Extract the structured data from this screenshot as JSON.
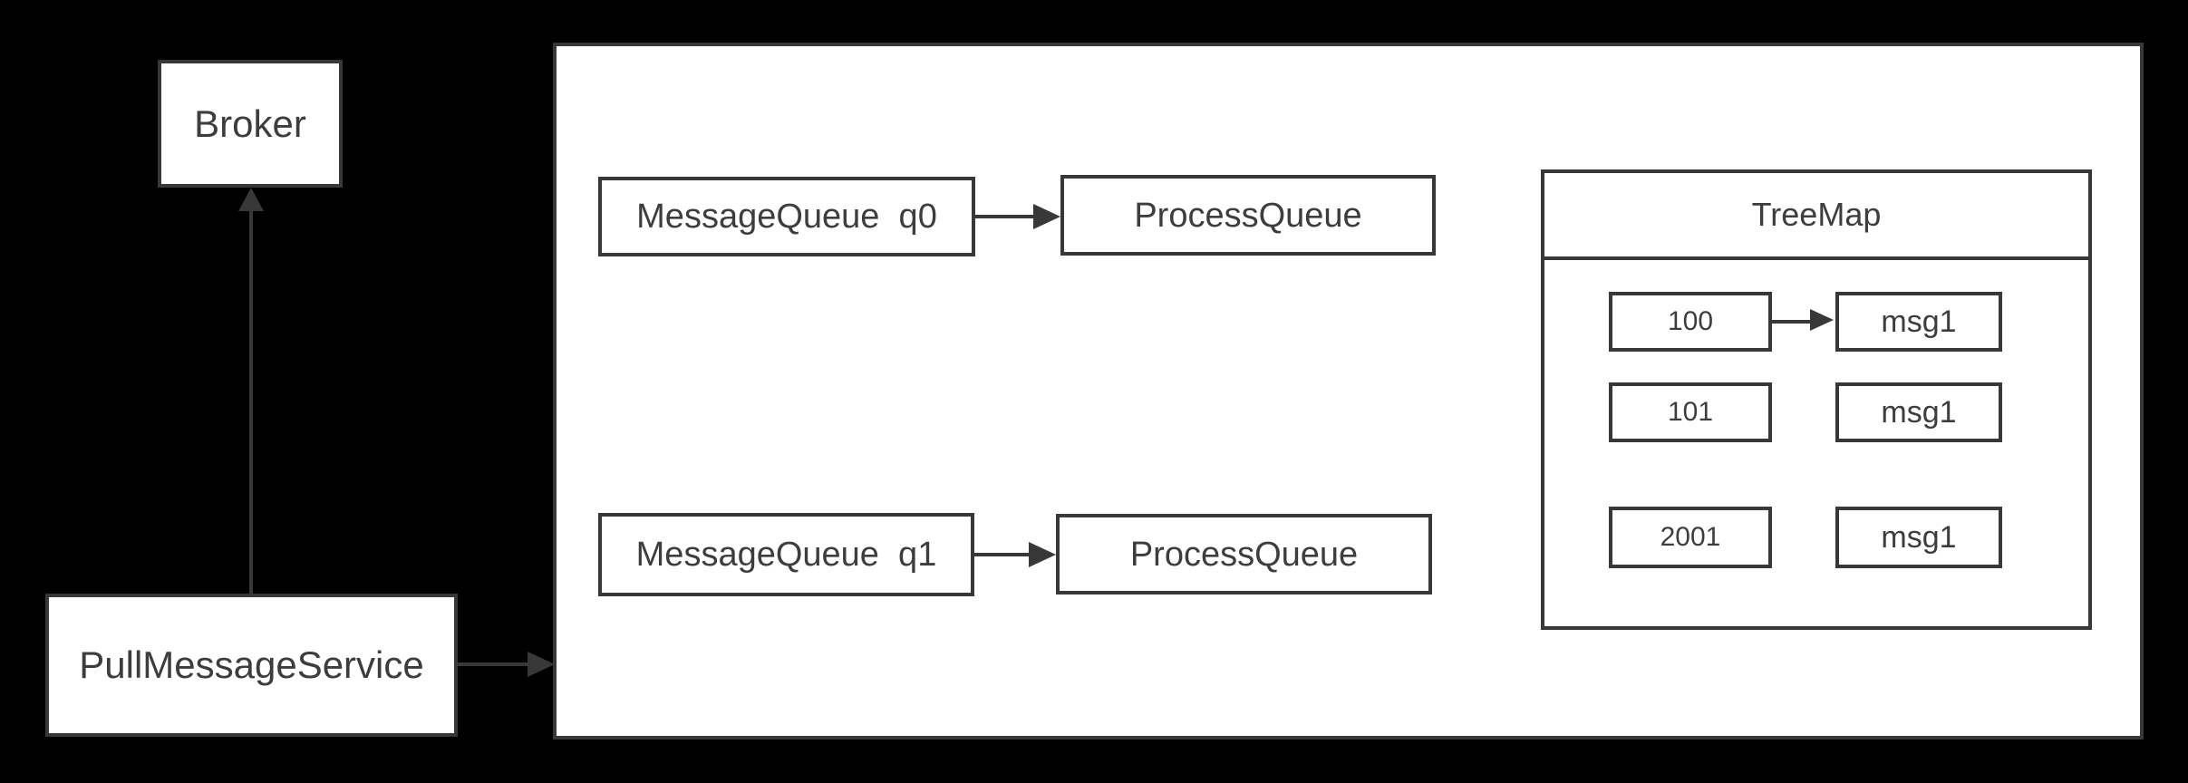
{
  "nodes": {
    "broker": "Broker",
    "pull_message_service": "PullMessageService",
    "message_queue_q0": "MessageQueue  q0",
    "process_queue_0": "ProcessQueue",
    "message_queue_q1": "MessageQueue  q1",
    "process_queue_1": "ProcessQueue"
  },
  "treemap": {
    "title": "TreeMap",
    "rows": [
      {
        "key": "100",
        "value": "msg1"
      },
      {
        "key": "101",
        "value": "msg1"
      },
      {
        "key": "2001",
        "value": "msg1"
      }
    ]
  },
  "colors": {
    "background": "#000000",
    "box_fill": "#ffffff",
    "border": "#383838",
    "text": "#3d3d3d"
  }
}
